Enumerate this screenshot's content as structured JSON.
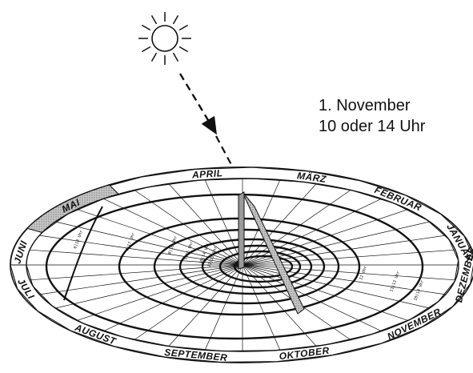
{
  "caption": {
    "line1": "1. November",
    "line2": "10 oder 14 Uhr"
  },
  "icons": {
    "sun": "sun-icon",
    "ray": "sun-ray-arrow"
  },
  "months": [
    {
      "key": "april",
      "label": "APRIL",
      "angle": 99,
      "shaded": false
    },
    {
      "key": "maerz",
      "label": "MÄRZ",
      "angle": 72,
      "shaded": true
    },
    {
      "key": "februar",
      "label": "FEBRUAR",
      "angle": 46,
      "shaded": false
    },
    {
      "key": "januar",
      "label": "JANUAR",
      "angle": 14,
      "shaded": true
    },
    {
      "key": "dezember",
      "label": "DEZEMBER",
      "angle": -6,
      "shaded": false
    },
    {
      "key": "november",
      "label": "NOVEMBER",
      "angle": -40,
      "shaded": true
    },
    {
      "key": "oktober",
      "label": "OKTOBER",
      "angle": -74,
      "shaded": false
    },
    {
      "key": "september",
      "label": "SEPTEMBER",
      "angle": -102,
      "shaded": true
    },
    {
      "key": "august",
      "label": "AUGUST",
      "angle": -131,
      "shaded": false
    },
    {
      "key": "juli",
      "label": "JULI",
      "angle": -165,
      "shaded": true
    },
    {
      "key": "juni",
      "label": "JUNI",
      "angle": 172,
      "shaded": false
    },
    {
      "key": "mai",
      "label": "MAI",
      "angle": 140,
      "shaded": true
    }
  ],
  "hour_labels": [
    "6|18 Uhr",
    "7|17 Uhr",
    "8|16 Uhr",
    "9|15 Uhr",
    "10|14 Uhr",
    "11|13 Uhr",
    "12 Uhr",
    "11|13 Uhr",
    "10|14 Uhr"
  ],
  "colors": {
    "ink": "#111111",
    "shade": "#9a9a9a",
    "paper": "#ffffff"
  }
}
